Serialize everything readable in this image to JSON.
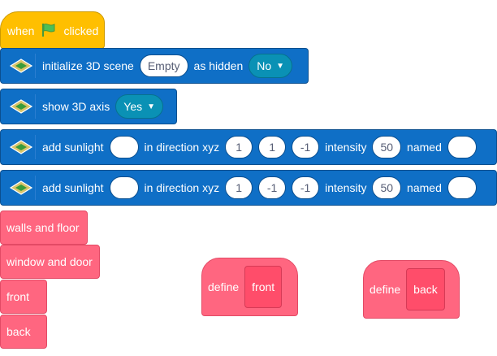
{
  "hat_block": {
    "when": "when",
    "clicked": "clicked",
    "icon": "green-flag-icon"
  },
  "init_block": {
    "label": "initialize 3D scene",
    "scene_name": "Empty",
    "as_hidden": "as hidden",
    "hidden_value": "No",
    "icon": "3d-extension-icon"
  },
  "axis_block": {
    "label": "show 3D axis",
    "value": "Yes",
    "icon": "3d-extension-icon"
  },
  "sunlight_blocks": [
    {
      "label": "add sunlight",
      "name_in": "",
      "direction": "in direction xyz",
      "x": "1",
      "y": "1",
      "z": "-1",
      "intensity_label": "intensity",
      "intensity": "50",
      "named": "named",
      "named_value": ""
    },
    {
      "label": "add sunlight",
      "name_in": "",
      "direction": "in direction xyz",
      "x": "1",
      "y": "-1",
      "z": "-1",
      "intensity_label": "intensity",
      "intensity": "50",
      "named": "named",
      "named_value": ""
    }
  ],
  "procedure_calls": [
    "walls and floor",
    "window and door",
    "front",
    "back"
  ],
  "definitions": [
    {
      "define": "define",
      "name": "front"
    },
    {
      "define": "define",
      "name": "back"
    }
  ],
  "colors": {
    "events": "#ffbf00",
    "extension": "#0f6fc6",
    "my_blocks": "#ff6680",
    "flag": "#4cbf56"
  }
}
